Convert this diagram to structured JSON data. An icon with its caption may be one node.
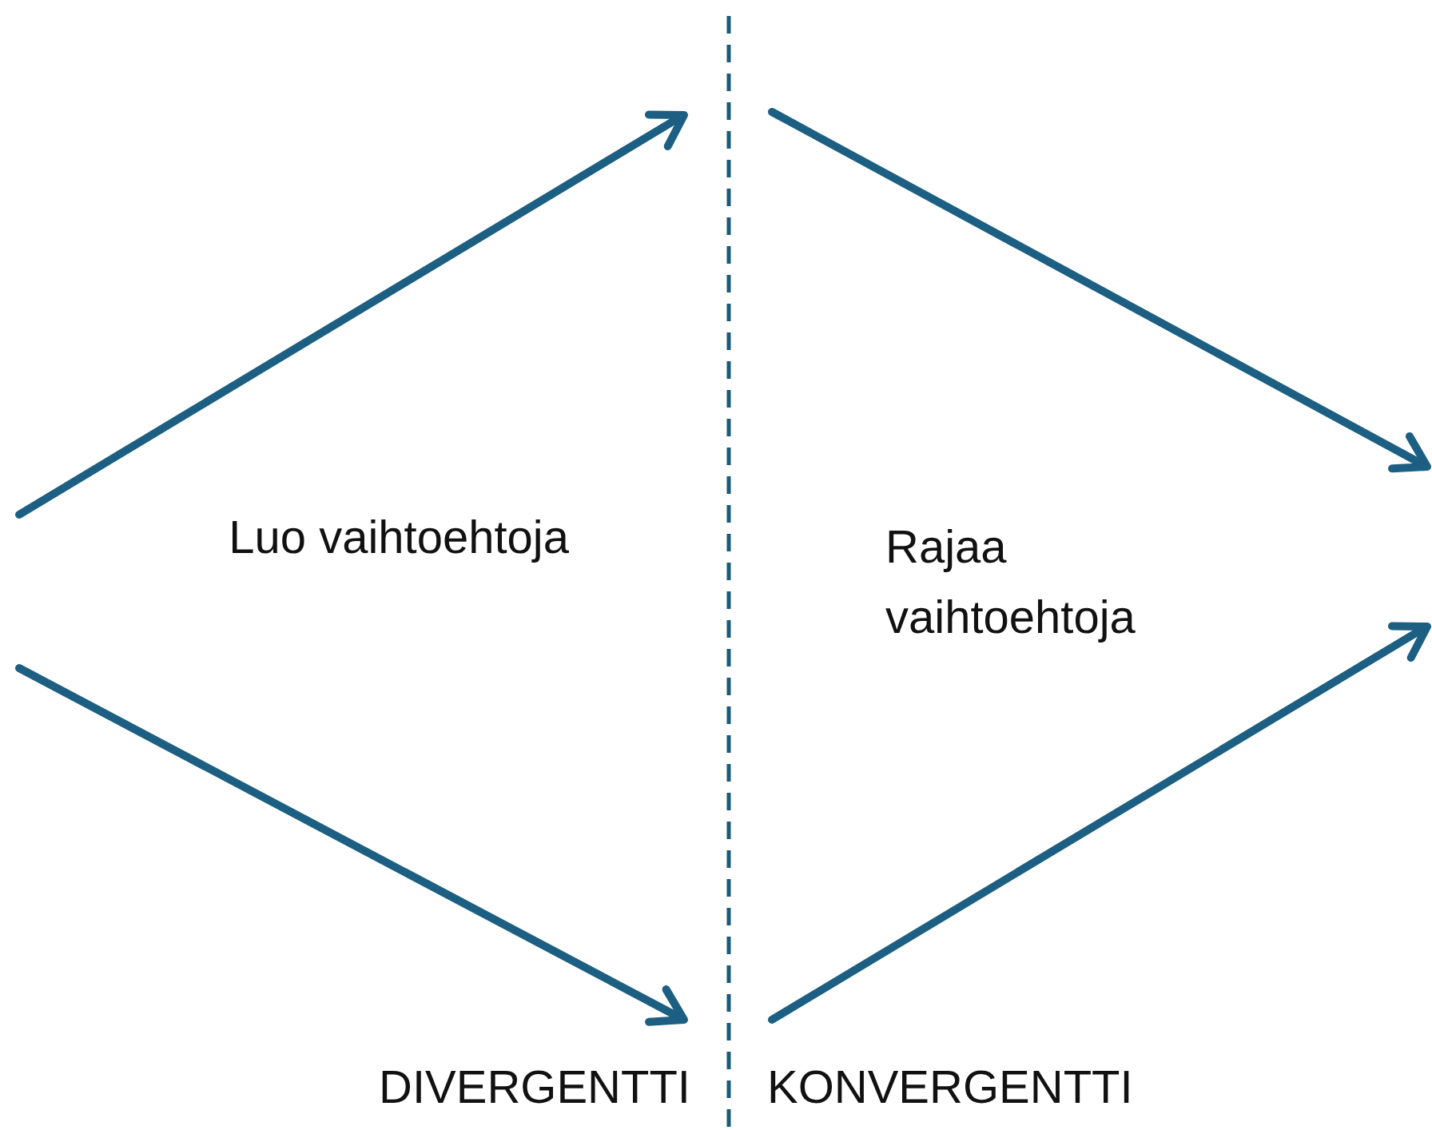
{
  "diagram": {
    "labels": [
      "Luo vaihtoehtoja",
      "Rajaa vaihtoehtoja",
      "DIVERGENTTI",
      "KONVERGENTTI"
    ]
  }
}
